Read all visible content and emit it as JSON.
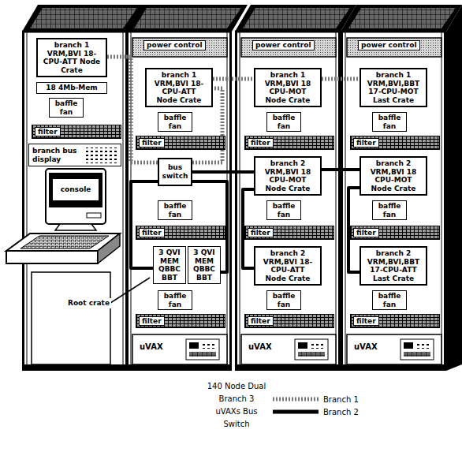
{
  "diagram": {
    "caption": "140 Node Dual Branch 3 uVAXs Bus Switch",
    "nodes": [
      {
        "text": [
          "branch 1 VRM,BVI 18-CPU-ATT Node Crate"
        ]
      },
      {
        "text": [
          "18 4Mb-Mem"
        ]
      },
      {
        "text": [
          "baffle fan"
        ]
      },
      {
        "text": [
          "filter"
        ]
      },
      {
        "text": [
          "branch bus display"
        ]
      },
      {
        "text": [
          "console"
        ]
      },
      {
        "text": [
          "power control"
        ]
      },
      {
        "text": [
          "branch 1 VRM,BVI 18-CPU-ATT Node Crate"
        ]
      },
      {
        "text": [
          "baffle fan"
        ]
      },
      {
        "text": [
          "filter"
        ]
      },
      {
        "text": [
          "bus switch"
        ]
      },
      {
        "text": [
          "baffle fan"
        ]
      },
      {
        "text": [
          "filter"
        ]
      },
      {
        "text": [
          "3 QVI MEM QBBC BBT"
        ]
      },
      {
        "text": [
          "3 QVI MEM QBBC BBT"
        ]
      },
      {
        "text": [
          "baffle fan"
        ]
      },
      {
        "text": [
          "filter"
        ]
      },
      {
        "text": [
          "uVAX"
        ]
      },
      {
        "text": [
          "power control"
        ]
      },
      {
        "text": [
          "branch 1 VRM,BVI 18 CPU-MOT Node Crate"
        ]
      },
      {
        "text": [
          "baffle fan"
        ]
      },
      {
        "text": [
          "filter"
        ]
      },
      {
        "text": [
          "branch 2 VRM,BVI 18 CPU-MOT Node Crate"
        ]
      },
      {
        "text": [
          "baffle fan"
        ]
      },
      {
        "text": [
          "filter"
        ]
      },
      {
        "text": [
          "branch 2 VRM,BVI 18-CPU-ATT Node Crate"
        ]
      },
      {
        "text": [
          "baffle fan"
        ]
      },
      {
        "text": [
          "filter"
        ]
      },
      {
        "text": [
          "uVAX"
        ]
      },
      {
        "text": [
          "power control"
        ]
      },
      {
        "text": [
          "branch 1 VRM,BVI,BBT 17-CPU-MOT Last Crate"
        ]
      },
      {
        "text": [
          "baffle fan"
        ]
      },
      {
        "text": [
          "filter"
        ]
      },
      {
        "text": [
          "branch 2 VRM,BVI 18 CPU-MOT Node Crate"
        ]
      },
      {
        "text": [
          "baffle fan"
        ]
      },
      {
        "text": [
          "filter"
        ]
      },
      {
        "text": [
          "branch 2 VRM,BVI,BBT 17-CPU-ATT Last Crate"
        ]
      },
      {
        "text": [
          "baffle fan"
        ]
      },
      {
        "text": [
          "filter"
        ]
      },
      {
        "text": [
          "uVAX"
        ]
      }
    ],
    "edges": [
      {
        "from": 10,
        "to": 0,
        "arrow": "none"
      },
      {
        "from": 10,
        "to": 7,
        "arrow": "none"
      },
      {
        "from": 7,
        "to": 19,
        "arrow": "none"
      },
      {
        "from": 19,
        "to": 30,
        "arrow": "none"
      },
      {
        "from": 13,
        "to": 10,
        "arrow": "none"
      },
      {
        "from": 14,
        "to": 10,
        "arrow": "none"
      },
      {
        "from": 10,
        "to": 22,
        "arrow": "none"
      },
      {
        "from": 22,
        "to": 25,
        "arrow": "none"
      },
      {
        "from": 22,
        "to": 33,
        "arrow": "none"
      },
      {
        "from": 33,
        "to": 36,
        "arrow": "none"
      }
    ],
    "labels": [
      "Root crate"
    ],
    "legend": [
      {
        "text": "Branch 1"
      },
      {
        "text": "Branch 2"
      }
    ]
  }
}
